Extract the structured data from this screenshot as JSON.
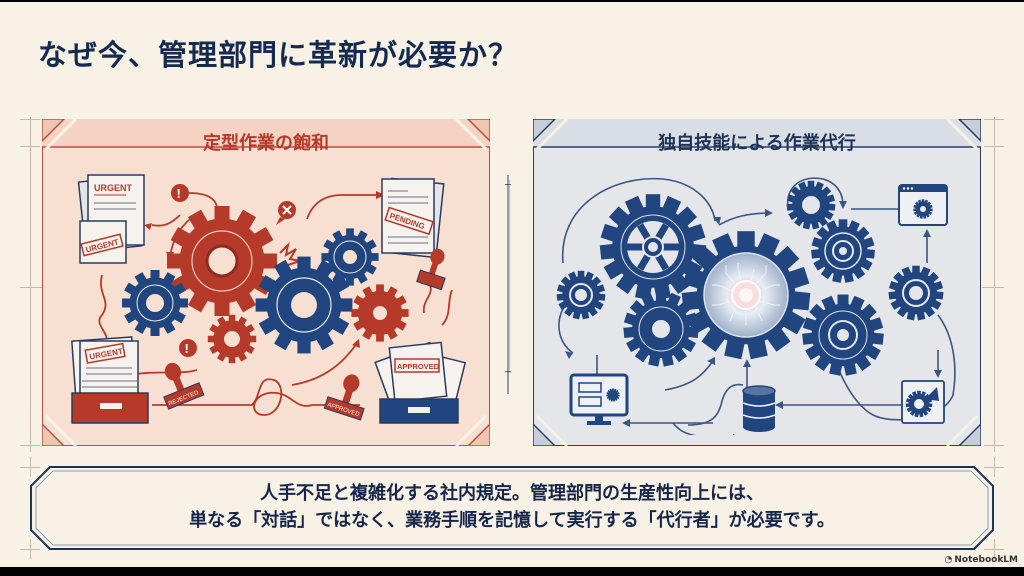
{
  "slide": {
    "title": "なぜ今、管理部門に革新が必要か？",
    "colors": {
      "background": "#f8f2e6",
      "title": "#142a4e",
      "left_accent": "#b63a2a",
      "left_panel_bg": "#f7e0d2",
      "right_accent": "#1d3358",
      "right_panel_bg": "#e4e6ea",
      "gear_blue": "#21457e",
      "gear_red": "#b63a2a"
    }
  },
  "left_panel": {
    "title": "定型作業の飽和",
    "labels": {
      "doc_top_left": "URGENT",
      "stamp_top_left": "URGENT",
      "doc_right": "PENDING",
      "inbox_left": "URGENT",
      "stamp_left": "REJECTED",
      "inbox_right": "APPROVED",
      "stamp_right": "APPROVED"
    }
  },
  "right_panel": {
    "title": "独自技能による作業代行"
  },
  "caption": {
    "line1": "人手不足と複雑化する社内規定。管理部門の生産性向上には、",
    "line2": "単なる「対話」ではなく、業務手順を記憶して実行する「代行者」が必要です。"
  },
  "brand": {
    "icon": "notebooklm-icon",
    "label": "NotebookLM"
  }
}
